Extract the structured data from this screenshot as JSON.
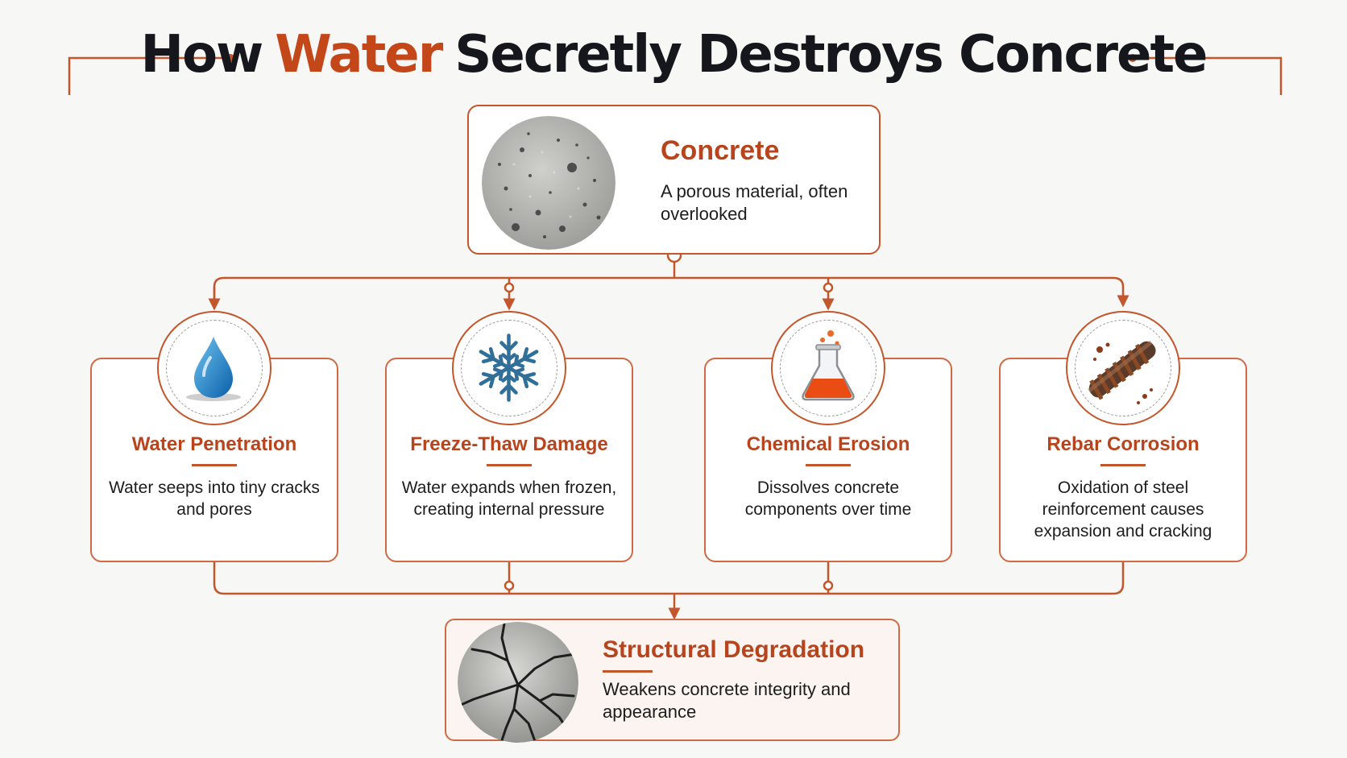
{
  "title": {
    "before": "How",
    "accent": "Water",
    "after": "Secretly Destroys Concrete"
  },
  "colors": {
    "accent": "#c4471a",
    "line": "#c4562b",
    "title_text": "#15171c"
  },
  "source": {
    "name": "Concrete",
    "description": "A porous material, often overlooked",
    "image": "porous-concrete-photo"
  },
  "causes": [
    {
      "name": "Water Penetration",
      "description": "Water seeps into tiny cracks and pores",
      "icon": "water-drop-icon"
    },
    {
      "name": "Freeze-Thaw Damage",
      "description": "Water expands when frozen, creating internal pressure",
      "icon": "snowflake-icon"
    },
    {
      "name": "Chemical Erosion",
      "description": "Dissolves concrete components over time",
      "icon": "flask-icon"
    },
    {
      "name": "Rebar Corrosion",
      "description": "Oxidation of steel reinforcement causes expansion and cracking",
      "icon": "rusty-rebar-icon"
    }
  ],
  "result": {
    "name": "Structural Degradation",
    "description": "Weakens concrete integrity and appearance",
    "image": "cracked-concrete-photo"
  }
}
